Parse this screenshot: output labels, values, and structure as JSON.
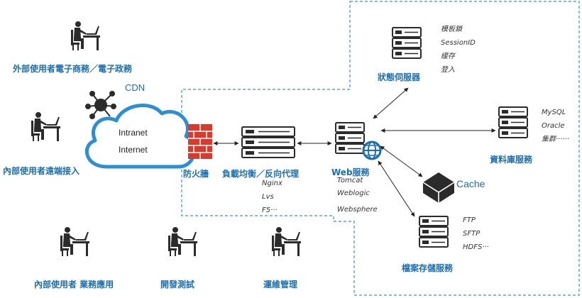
{
  "users": {
    "external": "外部使用者電子商務／電子政務",
    "remote": "內部使用者遠端接入",
    "internal_apps": "內部使用者 業務應用",
    "devtest": "開發測試",
    "ops": "運維管理"
  },
  "cloud": {
    "line1": "Intranet",
    "line2": "Internet",
    "cdn": "CDN"
  },
  "firewall": {
    "label": "防火牆"
  },
  "load_balancer": {
    "label": "負載均衡／反向代理",
    "notes": [
      "Nginx",
      "Lvs",
      "F5···"
    ]
  },
  "web": {
    "label": "Web服務",
    "notes": [
      "Tomcat",
      "Weblogic",
      "Websphere"
    ]
  },
  "state": {
    "label": "狀態伺服器",
    "notes": [
      "模板鎖",
      "SessionID",
      "緩存",
      "登入"
    ]
  },
  "database": {
    "label": "資料庫服務",
    "notes": [
      "MySQL",
      "Oracle",
      "集群······"
    ]
  },
  "cache": {
    "label": "Cache"
  },
  "storage": {
    "label": "檔案存儲服務",
    "notes": [
      "FTP",
      "SFTP",
      "HDFS···"
    ]
  },
  "colors": {
    "accent": "#1a6eb5",
    "icon": "#2b2b2b",
    "cloud": "#2a8fd6",
    "firewall": "#d93a2b"
  }
}
